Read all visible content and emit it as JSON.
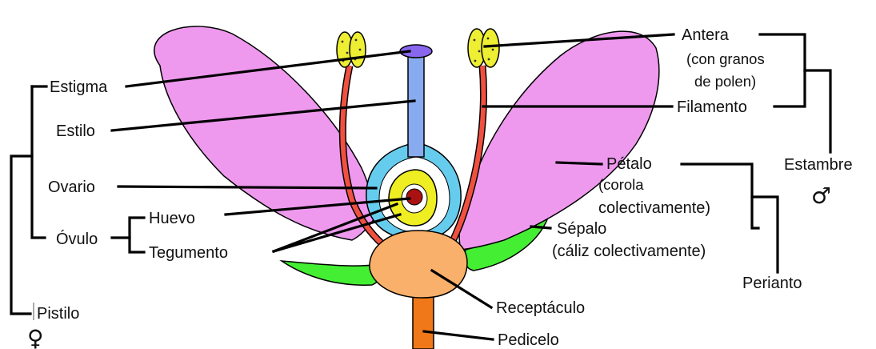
{
  "labels": {
    "estigma": "Estigma",
    "estilo": "Estilo",
    "ovario": "Ovario",
    "ovulo": "Óvulo",
    "huevo": "Huevo",
    "tegumento": "Tegumento",
    "pistilo": "Pistilo",
    "antera": "Antera",
    "antera_note_1": "(con granos",
    "antera_note_2": "de polen)",
    "filamento": "Filamento",
    "estambre": "Estambre",
    "petalo": "Pétalo",
    "petalo_note_1": "(corola",
    "petalo_note_2": "colectivamente)",
    "sepalo": "Sépalo",
    "sepalo_note": "(cáliz colectivamente)",
    "periantio": "Perianto",
    "receptaculo": "Receptáculo",
    "pedicelo": "Pedicelo"
  },
  "symbols": {
    "female": "♀",
    "male": "♂"
  },
  "colors": {
    "petal": "#ee99ee",
    "sepal": "#44ee33",
    "receptacle": "#f8b06a",
    "pedicel": "#f07818",
    "filament": "#f05040",
    "anther": "#eeee33",
    "style": "#88aaee",
    "stigma": "#8866ee",
    "ovary_outer": "#66ccee",
    "ovule": "#eeee22",
    "egg": "#aa1111"
  }
}
